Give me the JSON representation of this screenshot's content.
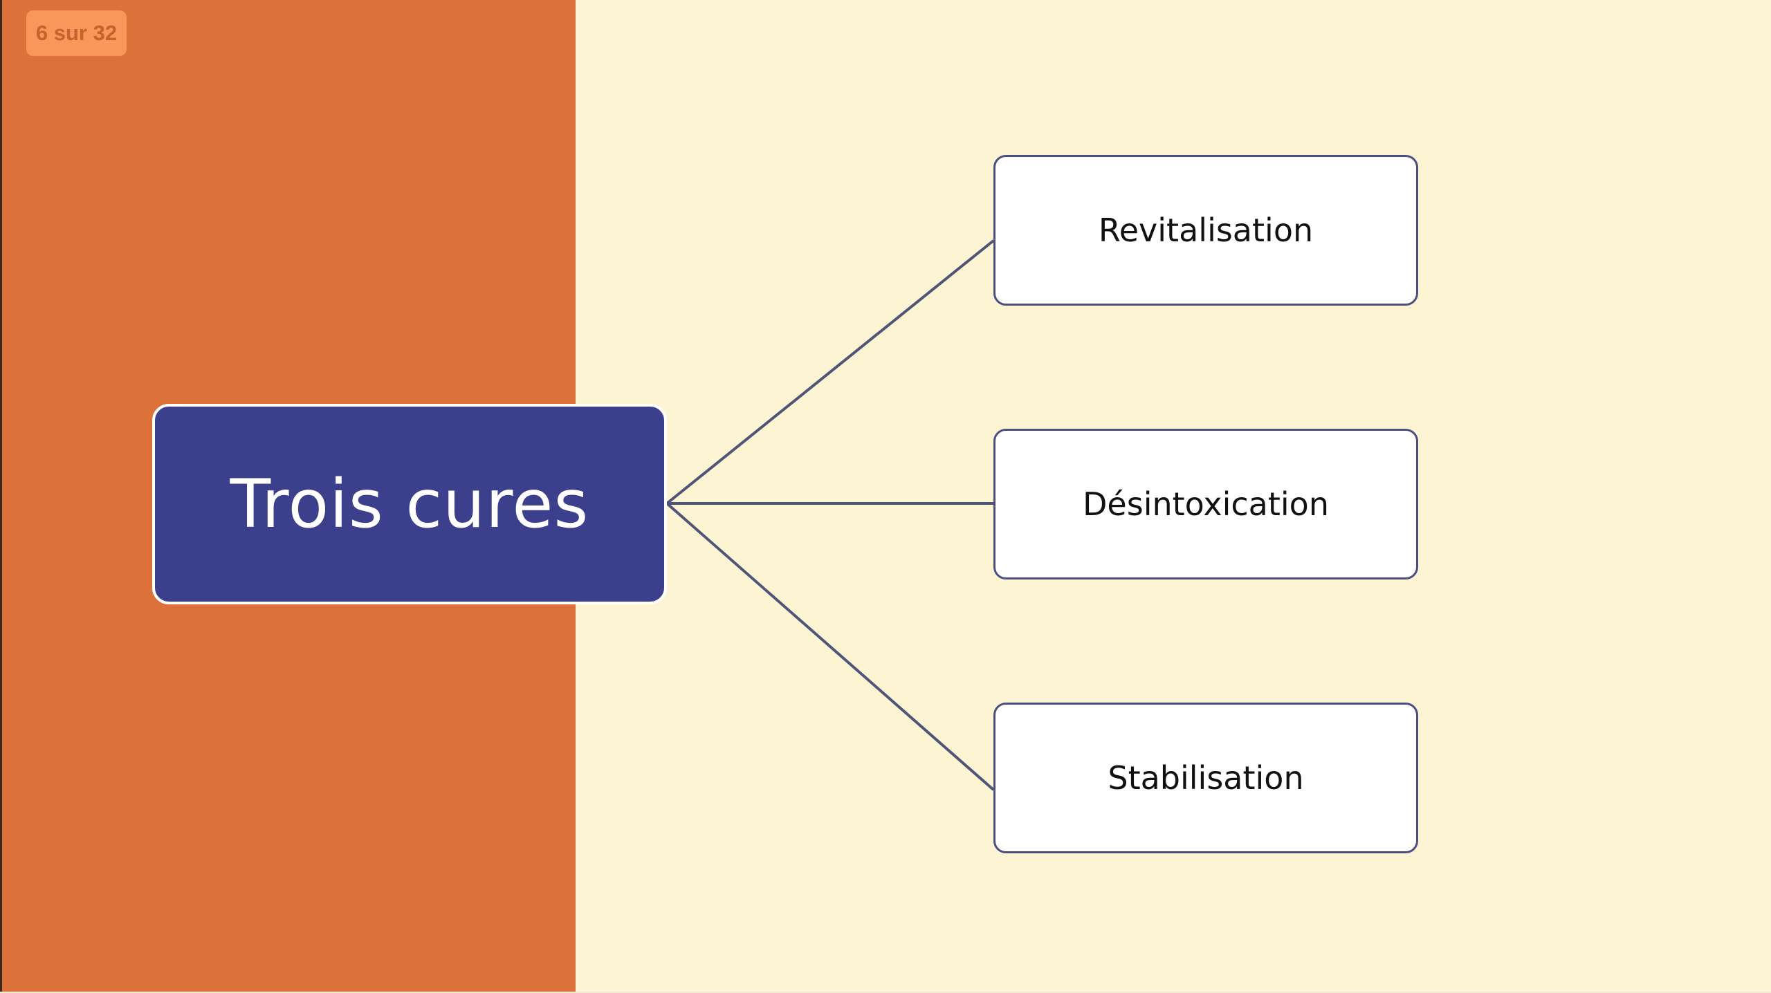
{
  "slide_counter": "6 sur 32",
  "diagram": {
    "center": "Trois cures",
    "branches": [
      "Revitalisation",
      "Désintoxication",
      "Stabilisation"
    ]
  },
  "colors": {
    "left_panel": "#dc723a",
    "background": "#fdf4d4",
    "center_fill": "#3b3f8c",
    "counter_badge": "#f9965a",
    "connector": "#4f5577"
  }
}
